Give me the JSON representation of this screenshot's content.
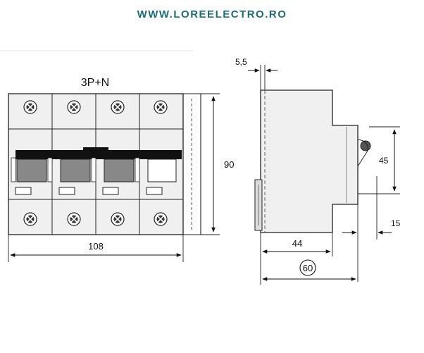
{
  "header": {
    "url": "WWW.LOREELECTRO.RO"
  },
  "front_view": {
    "pole_label": "3P+N",
    "poles": 4,
    "dim_width": "108",
    "dim_height": "90"
  },
  "side_view": {
    "dim_clip": "5,5",
    "dim_toggle": "45",
    "dim_toggle_depth": "15",
    "dim_base_depth": "44",
    "dim_total_depth": "60"
  },
  "colors": {
    "url_text": "#1a6e74",
    "body_fill": "#f0f0f0",
    "outline": "#222222",
    "bar_black": "#111111",
    "handle_gray": "#888888"
  }
}
